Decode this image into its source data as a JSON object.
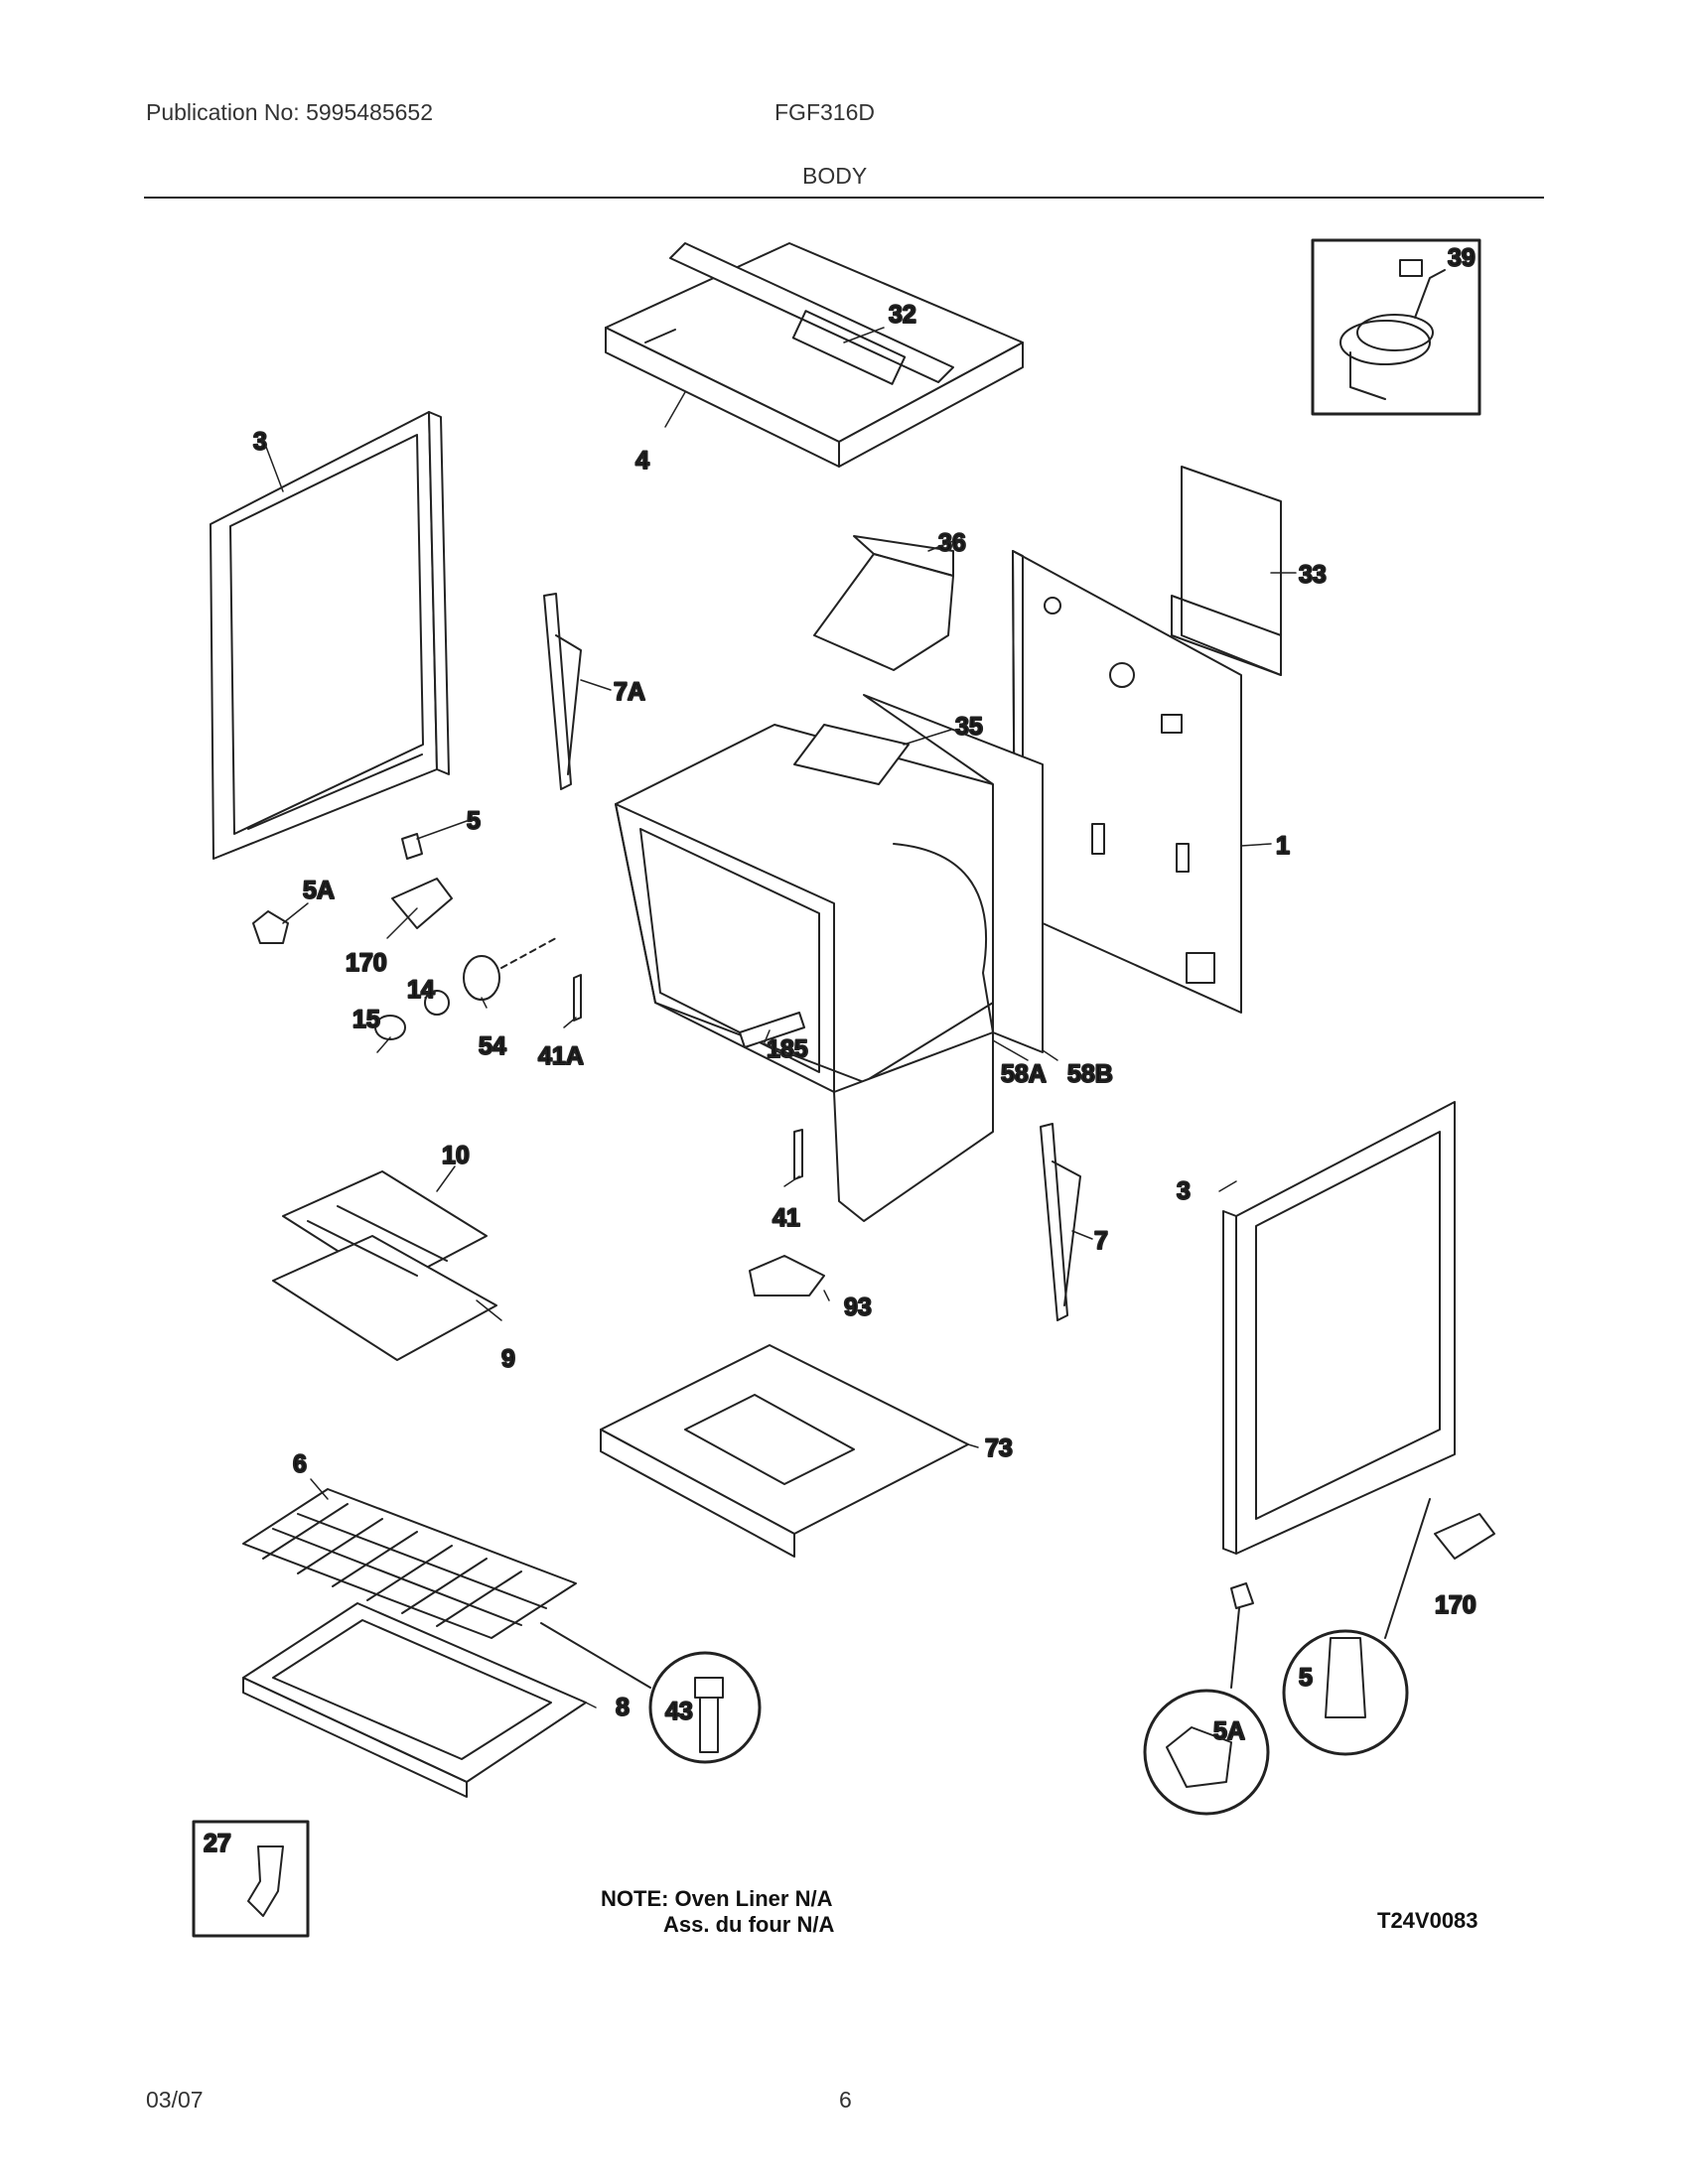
{
  "header": {
    "publication": "Publication No: 5995485652",
    "model": "FGF316D",
    "section_title": "BODY"
  },
  "callouts": {
    "c3_left": "3",
    "c32": "32",
    "c4": "4",
    "c39": "39",
    "c36": "36",
    "c33": "33",
    "c7A": "7A",
    "c35": "35",
    "c1": "1",
    "c5_left": "5",
    "c5A_left": "5A",
    "c170_left": "170",
    "c14": "14",
    "c15": "15",
    "c54": "54",
    "c41A": "41A",
    "c185": "185",
    "c58A": "58A",
    "c58B": "58B",
    "c10": "10",
    "c41": "41",
    "c7": "7",
    "c9": "9",
    "c93": "93",
    "c3_right": "3",
    "c73": "73",
    "c6": "6",
    "c43": "43",
    "c8": "8",
    "c5_detail": "5",
    "c5A_detail": "5A",
    "c170_right": "170",
    "c27": "27"
  },
  "note": {
    "line1": "NOTE: Oven Liner N/A",
    "line2": "Ass. du four N/A"
  },
  "diagram_code": "T24V0083",
  "footer": {
    "date": "03/07",
    "page": "6"
  }
}
